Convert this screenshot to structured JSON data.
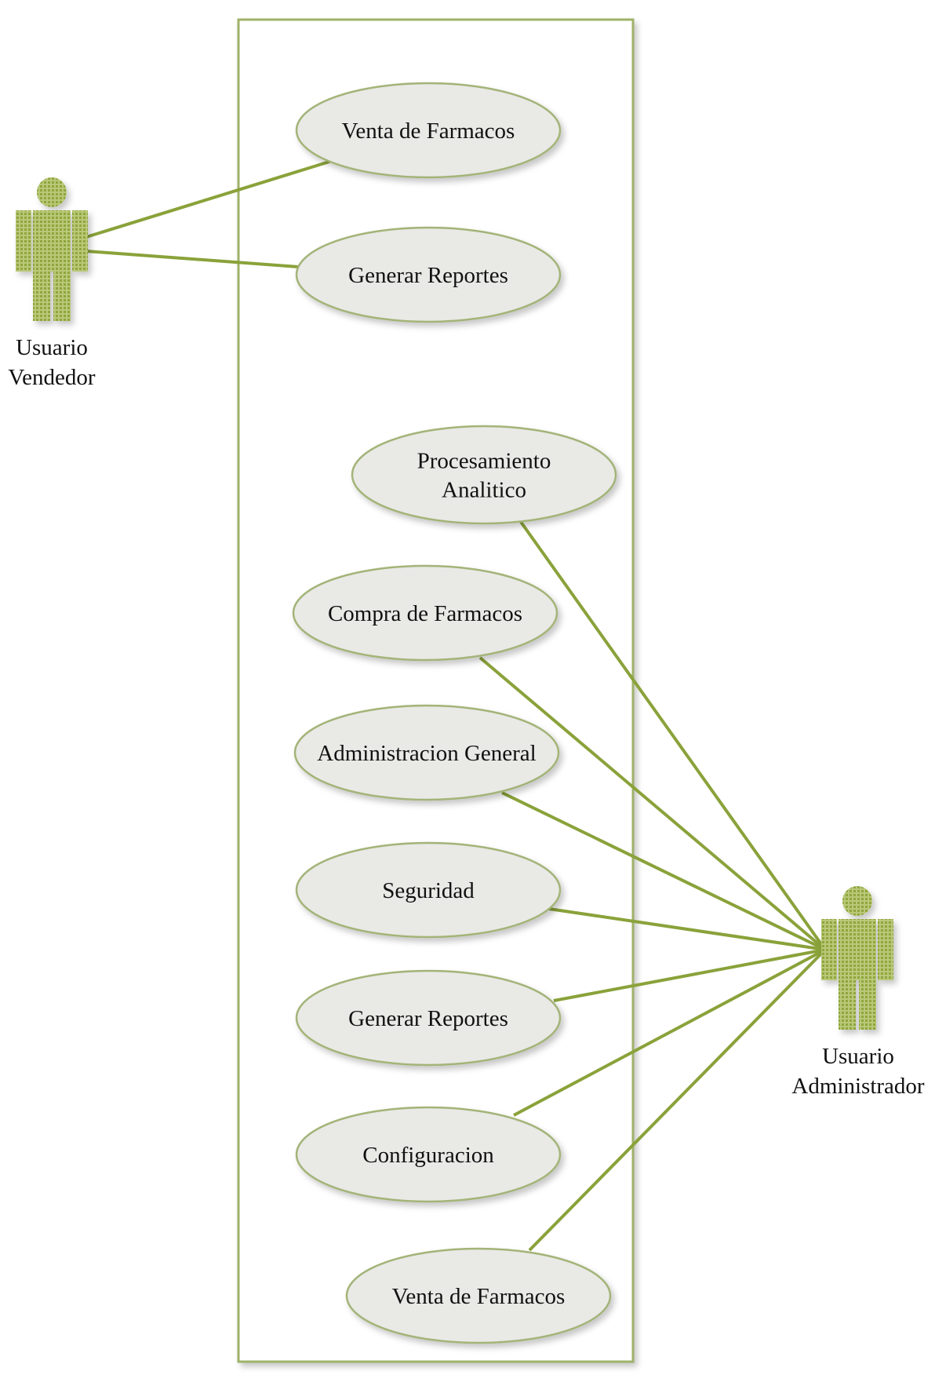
{
  "colors": {
    "line": "#8aa23a",
    "actor_fill": "#a3b65e",
    "actor_stroke": "#7f9336",
    "oval_fill": "#e9e9e6",
    "oval_stroke": "#a3b478",
    "boundary": "#9fb26a"
  },
  "actors": {
    "vendedor": {
      "line1": "Usuario",
      "line2": "Vendedor",
      "icon": "person-icon"
    },
    "administrador": {
      "line1": "Usuario",
      "line2": "Administrador",
      "icon": "person-icon"
    }
  },
  "use_cases": [
    {
      "id": "uc-venta-1",
      "lines": [
        "Venta de Farmacos"
      ],
      "actor": "vendedor"
    },
    {
      "id": "uc-reportes-1",
      "lines": [
        "Generar Reportes"
      ],
      "actor": "vendedor"
    },
    {
      "id": "uc-procesamiento",
      "lines": [
        "Procesamiento",
        "Analitico"
      ],
      "actor": "administrador"
    },
    {
      "id": "uc-compra",
      "lines": [
        "Compra de Farmacos"
      ],
      "actor": "administrador"
    },
    {
      "id": "uc-administracion",
      "lines": [
        "Administracion General"
      ],
      "actor": "administrador"
    },
    {
      "id": "uc-seguridad",
      "lines": [
        "Seguridad"
      ],
      "actor": "administrador"
    },
    {
      "id": "uc-reportes-2",
      "lines": [
        "Generar Reportes"
      ],
      "actor": "administrador"
    },
    {
      "id": "uc-configuracion",
      "lines": [
        "Configuracion"
      ],
      "actor": "administrador"
    },
    {
      "id": "uc-venta-2",
      "lines": [
        "Venta de Farmacos"
      ],
      "actor": "administrador"
    }
  ]
}
